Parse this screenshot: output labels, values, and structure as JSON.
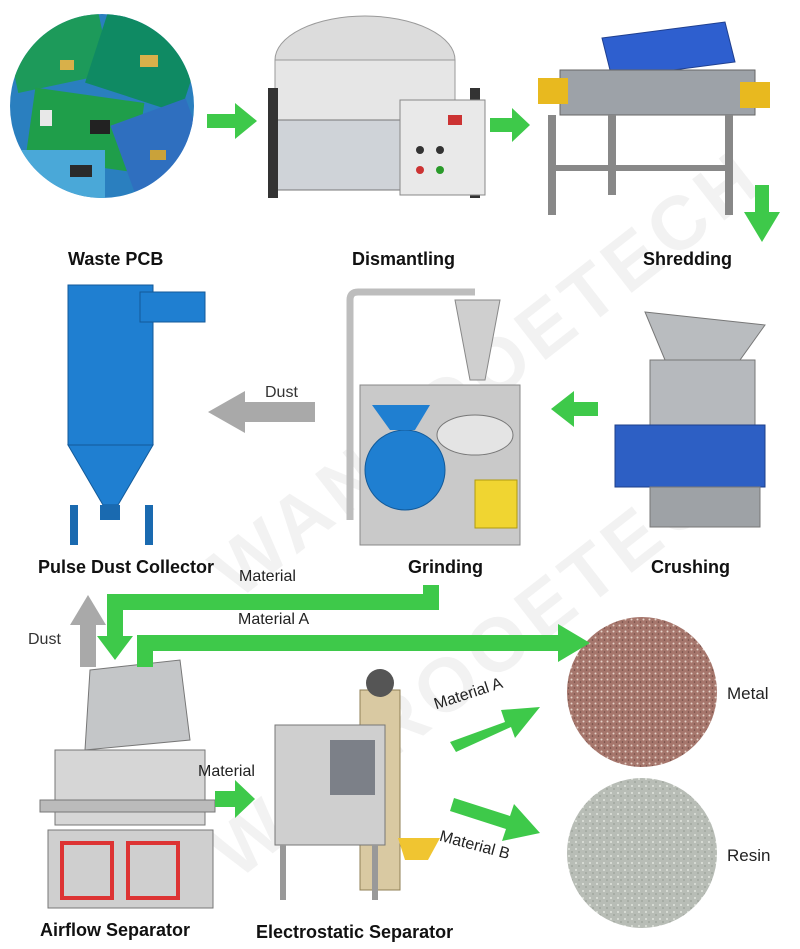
{
  "stages": {
    "waste_pcb": "Waste PCB",
    "dismantling": "Dismantling",
    "shredding": "Shredding",
    "pulse_dust_collector": "Pulse Dust Collector",
    "grinding": "Grinding",
    "crushing": "Crushing",
    "airflow_separator": "Airflow Separator",
    "electrostatic_separator": "Electrostatic Separator"
  },
  "outputs": {
    "metal": "Metal",
    "resin": "Resin"
  },
  "flows": {
    "dust_top": "Dust",
    "dust_left": "Dust",
    "material_top": "Material",
    "material_a_top": "Material A",
    "material_mid": "Material",
    "material_a_arrow": "Material A",
    "material_b_arrow": "Material B"
  },
  "watermark": "WANROOETECH",
  "colors": {
    "flow_arrow": "#3ec94a",
    "dust_arrow": "#a9a9a9",
    "metal": "#a6766c",
    "resin": "#b8bdb6"
  }
}
